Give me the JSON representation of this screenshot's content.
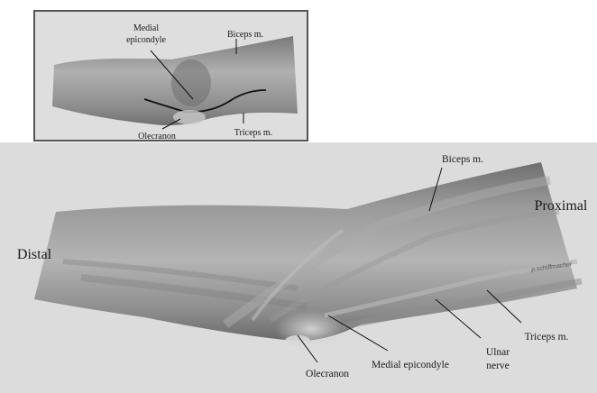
{
  "inset": {
    "labels": {
      "medial_epicondyle_line1": "Medial",
      "medial_epicondyle_line2": "epicondyle",
      "biceps": "Biceps m.",
      "olecranon": "Olecranon",
      "triceps": "Triceps m."
    }
  },
  "main": {
    "labels": {
      "distal": "Distal",
      "proximal": "Proximal",
      "biceps": "Biceps m.",
      "signature": "p.schiffmacher",
      "triceps": "Triceps m.",
      "ulnar_line1": "Ulnar",
      "ulnar_line2": "nerve",
      "medial_epicondyle": "Medial epicondyle",
      "olecranon": "Olecranon"
    }
  },
  "colors": {
    "background_panel": "#dcdcdc",
    "inset_border": "#555555",
    "skin_shading": "#8a8a8a",
    "text": "#1a1a1a"
  }
}
